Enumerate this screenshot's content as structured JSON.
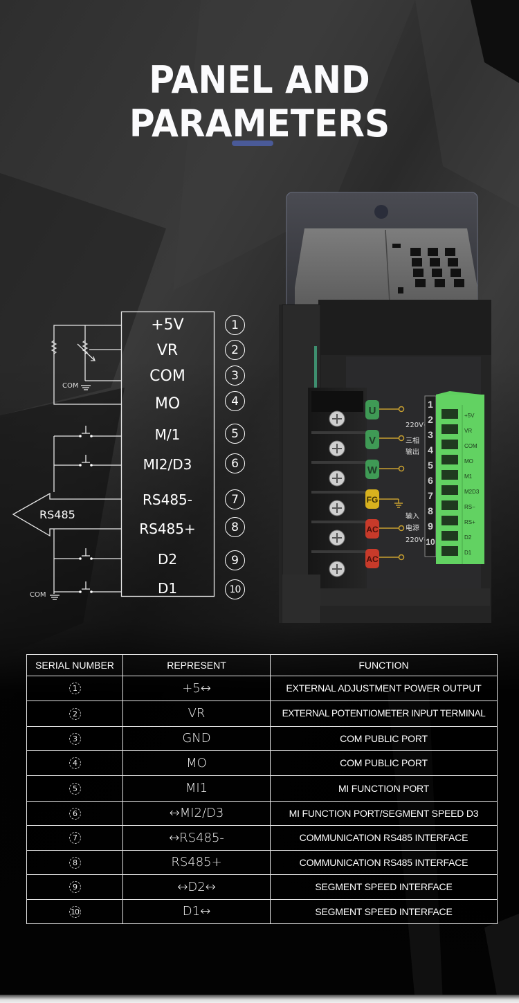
{
  "title": "PANEL AND PARAMETERS",
  "colors": {
    "accent_bar": "#4a5a98",
    "terminal_green": "#5fcf5f",
    "label_u_v_w": "#3f9a55",
    "label_fg": "#d8b21e",
    "label_ac": "#c83a2a",
    "wire_gold": "#c8a030"
  },
  "wiring_diagram": {
    "terminals": [
      {
        "num": "1",
        "label": "+5V"
      },
      {
        "num": "2",
        "label": "VR"
      },
      {
        "num": "3",
        "label": "COM"
      },
      {
        "num": "4",
        "label": "MO"
      },
      {
        "num": "5",
        "label": "M/1"
      },
      {
        "num": "6",
        "label": "MI2/D3"
      },
      {
        "num": "7",
        "label": "RS485-"
      },
      {
        "num": "8",
        "label": "RS485+"
      },
      {
        "num": "9",
        "label": "D2"
      },
      {
        "num": "10",
        "label": "D1"
      }
    ],
    "com_label_top": "COM",
    "com_label_bottom": "COM",
    "rs485_arrow_label": "RS485",
    "icons": [
      "resistor-icon",
      "potentiometer-icon",
      "ground-icon",
      "push-switch-icon",
      "arrow-left-icon"
    ]
  },
  "device_photo": {
    "power_terminals": [
      {
        "label": "U",
        "color": "green"
      },
      {
        "label": "V",
        "color": "green"
      },
      {
        "label": "W",
        "color": "green"
      },
      {
        "label": "FG",
        "color": "yellow"
      },
      {
        "label": "AC",
        "color": "red"
      },
      {
        "label": "AC",
        "color": "red"
      }
    ],
    "output_annotation": [
      "220V~",
      "三相",
      "输出"
    ],
    "input_annotation": [
      "输入",
      "电源",
      "220V~"
    ],
    "terminal_numbers": [
      "1",
      "2",
      "3",
      "4",
      "5",
      "6",
      "7",
      "8",
      "9",
      "10"
    ],
    "control_pins": [
      "+5V",
      "VR",
      "COM",
      "MO",
      "M1",
      "M2D3",
      "RS-",
      "RS+",
      "D2",
      "D1"
    ]
  },
  "table": {
    "headers": [
      "SERIAL NUMBER",
      "REPRESENT",
      "FUNCTION"
    ],
    "rows": [
      {
        "serial": "1",
        "represent": "+5↔",
        "function": "EXTERNAL ADJUSTMENT POWER OUTPUT"
      },
      {
        "serial": "2",
        "represent": "VR",
        "function": "EXTERNAL POTENTIOMETER INPUT TERMINAL"
      },
      {
        "serial": "3",
        "represent": "GND",
        "function": "COM PUBLIC PORT"
      },
      {
        "serial": "4",
        "represent": "MO",
        "function": "COM PUBLIC PORT"
      },
      {
        "serial": "5",
        "represent": "MI1",
        "function": "MI FUNCTION PORT"
      },
      {
        "serial": "6",
        "represent": "↔MI2/D3",
        "function": "MI FUNCTION PORT/SEGMENT SPEED D3"
      },
      {
        "serial": "7",
        "represent": "↔RS485-",
        "function": "COMMUNICATION RS485 INTERFACE"
      },
      {
        "serial": "8",
        "represent": "RS485+",
        "function": "COMMUNICATION RS485 INTERFACE"
      },
      {
        "serial": "9",
        "represent": "↔D2↔",
        "function": "SEGMENT SPEED INTERFACE"
      },
      {
        "serial": "10",
        "represent": "D1↔",
        "function": "SEGMENT SPEED INTERFACE"
      }
    ]
  }
}
